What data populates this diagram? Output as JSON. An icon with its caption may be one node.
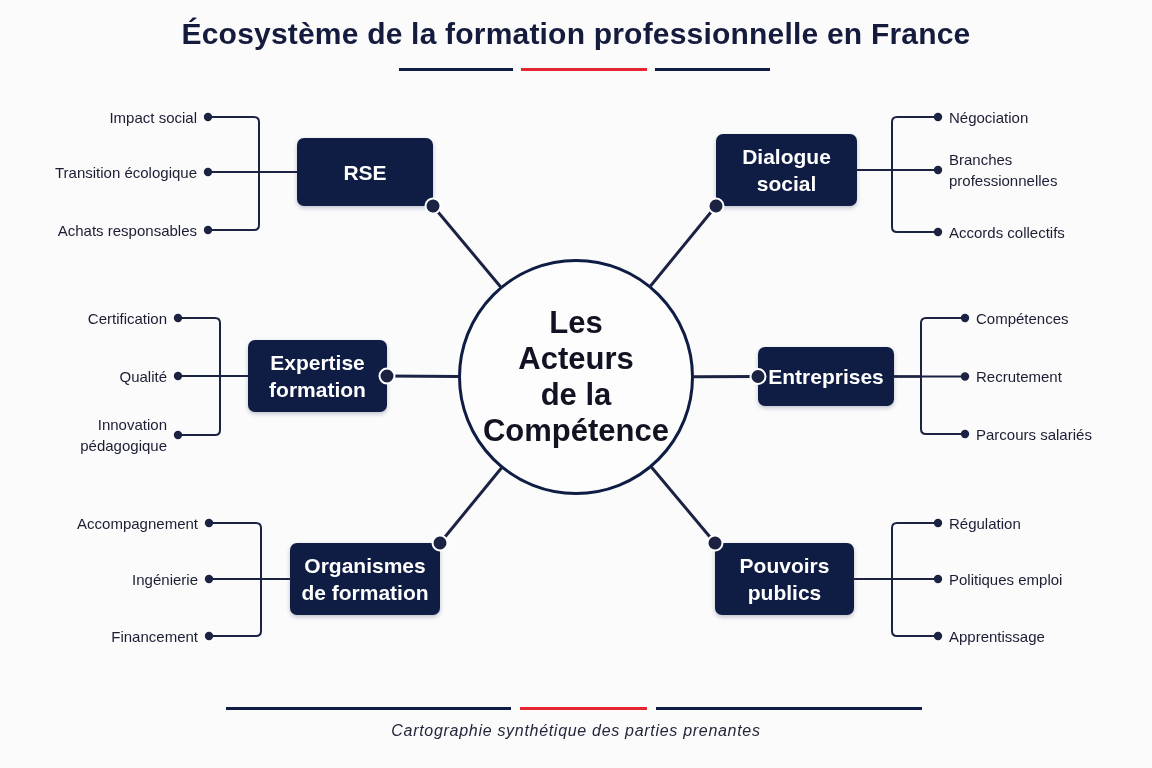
{
  "diagram": {
    "title": "Écosystème de la formation professionnelle en France",
    "caption": "Cartographie synthétique des parties prenantes",
    "nodes": [
      {
        "text": [
          "Les Acteurs de la Compétence"
        ]
      },
      {
        "text": [
          "RSE"
        ]
      },
      {
        "text": [
          "Impact social"
        ]
      },
      {
        "text": [
          "Transition écologique"
        ]
      },
      {
        "text": [
          "Achats responsables"
        ]
      },
      {
        "text": [
          "Dialogue social"
        ]
      },
      {
        "text": [
          "Négociation"
        ]
      },
      {
        "text": [
          "Branches professionnelles"
        ]
      },
      {
        "text": [
          "Accords collectifs"
        ]
      },
      {
        "text": [
          "Expertise formation"
        ]
      },
      {
        "text": [
          "Certification"
        ]
      },
      {
        "text": [
          "Qualité"
        ]
      },
      {
        "text": [
          "Innovation pédagogique"
        ]
      },
      {
        "text": [
          "Entreprises"
        ]
      },
      {
        "text": [
          "Compétences"
        ]
      },
      {
        "text": [
          "Recrutement"
        ]
      },
      {
        "text": [
          "Parcours salariés"
        ]
      },
      {
        "text": [
          "Organismes de formation"
        ]
      },
      {
        "text": [
          "Accompagnement"
        ]
      },
      {
        "text": [
          "Ingénierie"
        ]
      },
      {
        "text": [
          "Financement"
        ]
      },
      {
        "text": [
          "Pouvoirs publics"
        ]
      },
      {
        "text": [
          "Régulation"
        ]
      },
      {
        "text": [
          "Politiques emploi"
        ]
      },
      {
        "text": [
          "Apprentissage"
        ]
      }
    ],
    "edges": [
      {
        "from": 0,
        "to": 1,
        "arrow": "other"
      },
      {
        "from": 1,
        "to": 2,
        "arrow": "other"
      },
      {
        "from": 1,
        "to": 3,
        "arrow": "other"
      },
      {
        "from": 1,
        "to": 4,
        "arrow": "other"
      },
      {
        "from": 0,
        "to": 5,
        "arrow": "other"
      },
      {
        "from": 5,
        "to": 6,
        "arrow": "other"
      },
      {
        "from": 5,
        "to": 7,
        "arrow": "other"
      },
      {
        "from": 5,
        "to": 8,
        "arrow": "other"
      },
      {
        "from": 0,
        "to": 9,
        "arrow": "other"
      },
      {
        "from": 9,
        "to": 10,
        "arrow": "other"
      },
      {
        "from": 9,
        "to": 11,
        "arrow": "other"
      },
      {
        "from": 9,
        "to": 12,
        "arrow": "other"
      },
      {
        "from": 0,
        "to": 13,
        "arrow": "other"
      },
      {
        "from": 13,
        "to": 14,
        "arrow": "other"
      },
      {
        "from": 13,
        "to": 15,
        "arrow": "other"
      },
      {
        "from": 13,
        "to": 16,
        "arrow": "other"
      },
      {
        "from": 0,
        "to": 17,
        "arrow": "other"
      },
      {
        "from": 17,
        "to": 18,
        "arrow": "other"
      },
      {
        "from": 17,
        "to": 19,
        "arrow": "other"
      },
      {
        "from": 17,
        "to": 20,
        "arrow": "other"
      },
      {
        "from": 0,
        "to": 21,
        "arrow": "other"
      },
      {
        "from": 21,
        "to": 22,
        "arrow": "other"
      },
      {
        "from": 21,
        "to": 23,
        "arrow": "other"
      },
      {
        "from": 21,
        "to": 24,
        "arrow": "other"
      }
    ]
  }
}
